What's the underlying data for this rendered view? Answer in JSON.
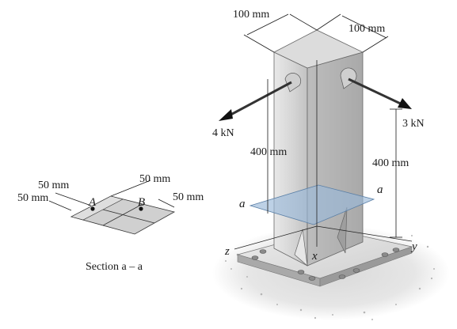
{
  "figure": {
    "dimensions": {
      "top_left_width": "100 mm",
      "top_right_width": "100 mm",
      "height_left": "400 mm",
      "height_right": "400 mm"
    },
    "loads": {
      "left_force": "4 kN",
      "right_force": "3 kN"
    },
    "axes": {
      "x": "x",
      "y": "y",
      "z": "z"
    },
    "section_markers": {
      "left": "a",
      "right": "a"
    },
    "section_detail": {
      "dim_top_left": "50 mm",
      "dim_left": "50 mm",
      "dim_top_right": "50 mm",
      "dim_right": "50 mm",
      "point_a": "A",
      "point_b": "B",
      "caption": "Section a – a"
    }
  }
}
